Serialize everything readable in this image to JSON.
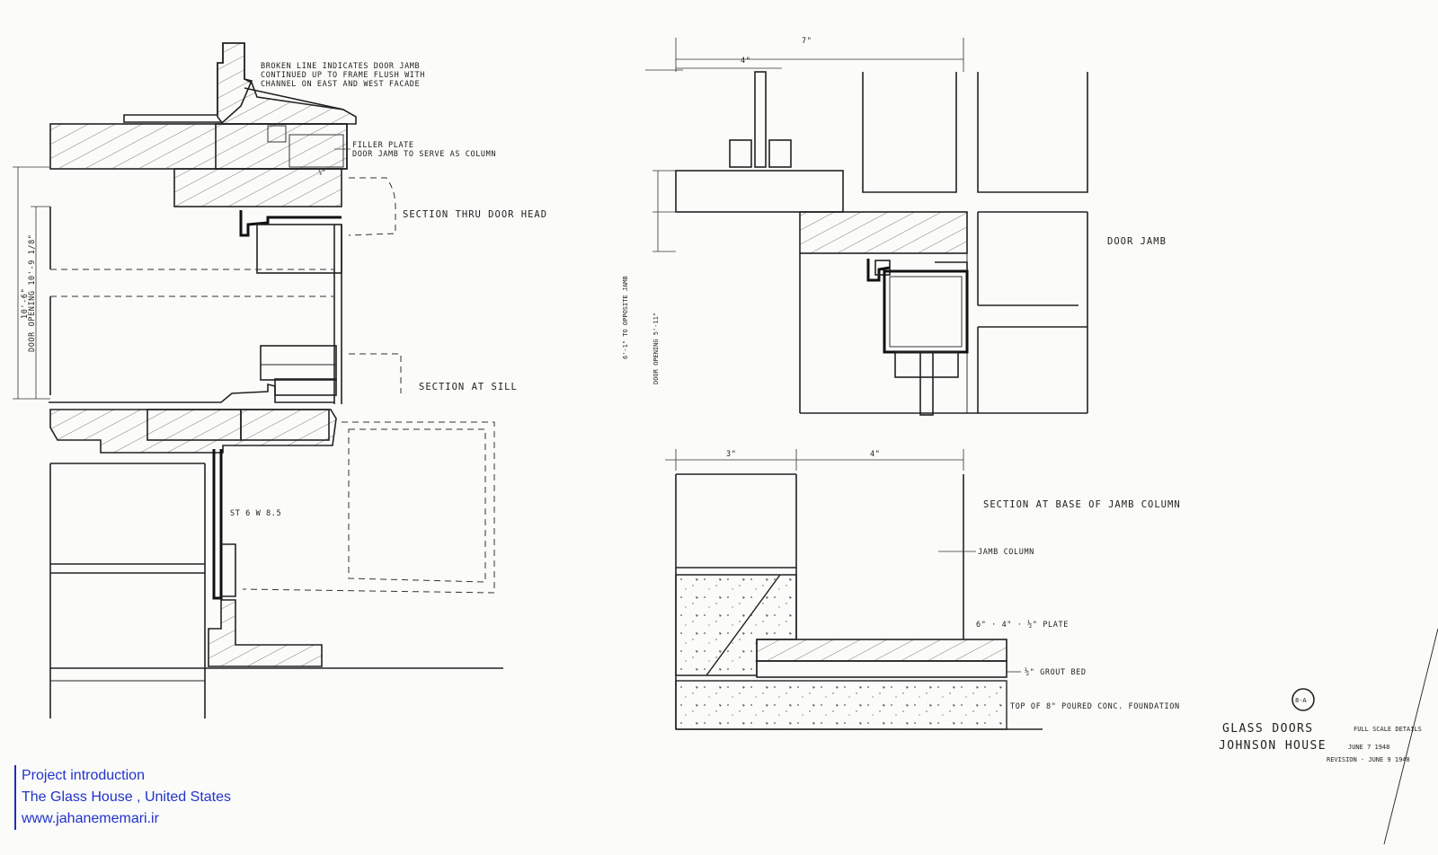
{
  "annotations": {
    "broken_line_1": "BROKEN LINE INDICATES DOOR JAMB",
    "broken_line_2": "CONTINUED UP TO FRAME FLUSH WITH",
    "broken_line_3": "CHANNEL ON EAST AND WEST FACADE",
    "filler_plate_1": "FILLER PLATE",
    "filler_plate_2": "DOOR JAMB TO SERVE AS COLUMN",
    "section_head": "SECTION THRU DOOR HEAD",
    "section_sill": "SECTION AT SILL",
    "door_jamb": "DOOR JAMB",
    "section_base": "SECTION AT  BASE  OF JAMB COLUMN",
    "jamb_column": "JAMB COLUMN",
    "plate": "6\" · 4\" · ½\" PLATE",
    "grout_bed": "½\" GROUT BED",
    "foundation": "TOP OF 8\" POURED CONC. FOUNDATION",
    "steel_section": "ST 6 W 8.5"
  },
  "dimensions": {
    "height_total": "10'-6\"",
    "door_opening_vertical": "DOOR OPENING  10'-9 1/8\"",
    "to_opposite_jamb": "6'-1\" TO OPPOSITE JAMB",
    "door_opening_width": "DOOR OPENING 5'-11\"",
    "dim_7": "7\"",
    "dim_4_top": "4\"",
    "dim_3": "3\"",
    "dim_4_base": "4\"",
    "dim_3_8": "⅜\""
  },
  "title_block": {
    "sheet_number": "8-A",
    "title_1": "GLASS DOORS",
    "title_1_note": "FULL SCALE DETAILS",
    "title_2": "JOHNSON  HOUSE",
    "date": "JUNE 7 1948",
    "revision": "REVISION · JUNE 9 1948"
  },
  "credit": {
    "line_1": "Project introduction",
    "line_2": "The Glass House , United States",
    "line_3": "www.jahanememari.ir",
    "color": "#2233cc"
  }
}
